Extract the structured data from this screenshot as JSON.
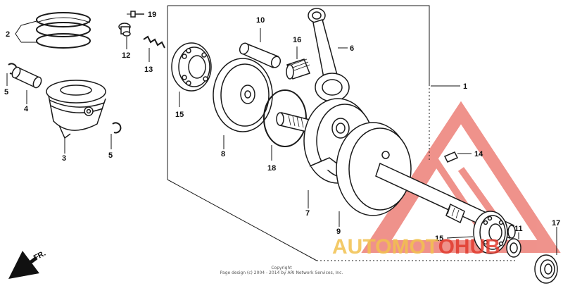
{
  "callouts": {
    "c1": "1",
    "c2": "2",
    "c3": "3",
    "c4": "4",
    "c5a": "5",
    "c5b": "5",
    "c6": "6",
    "c7": "7",
    "c8": "8",
    "c9": "9",
    "c10": "10",
    "c11": "11",
    "c12": "12",
    "c13": "13",
    "c14": "14",
    "c15a": "15",
    "c15b": "15",
    "c16": "16",
    "c17": "17",
    "c18": "18",
    "c19": "19"
  },
  "direction_label": "FR.",
  "watermark": {
    "text_part1": "AUTOMOT",
    "text_part2": "OHUB",
    "color_primary": "#e23a2e",
    "color_secondary": "#f2c14e"
  },
  "copyright": {
    "line1": "Copyright",
    "line2": "Page design (c) 2004 - 2014 by ARI Network Services, Inc."
  },
  "colors": {
    "line": "#1a1a1a",
    "label": "#111111"
  }
}
